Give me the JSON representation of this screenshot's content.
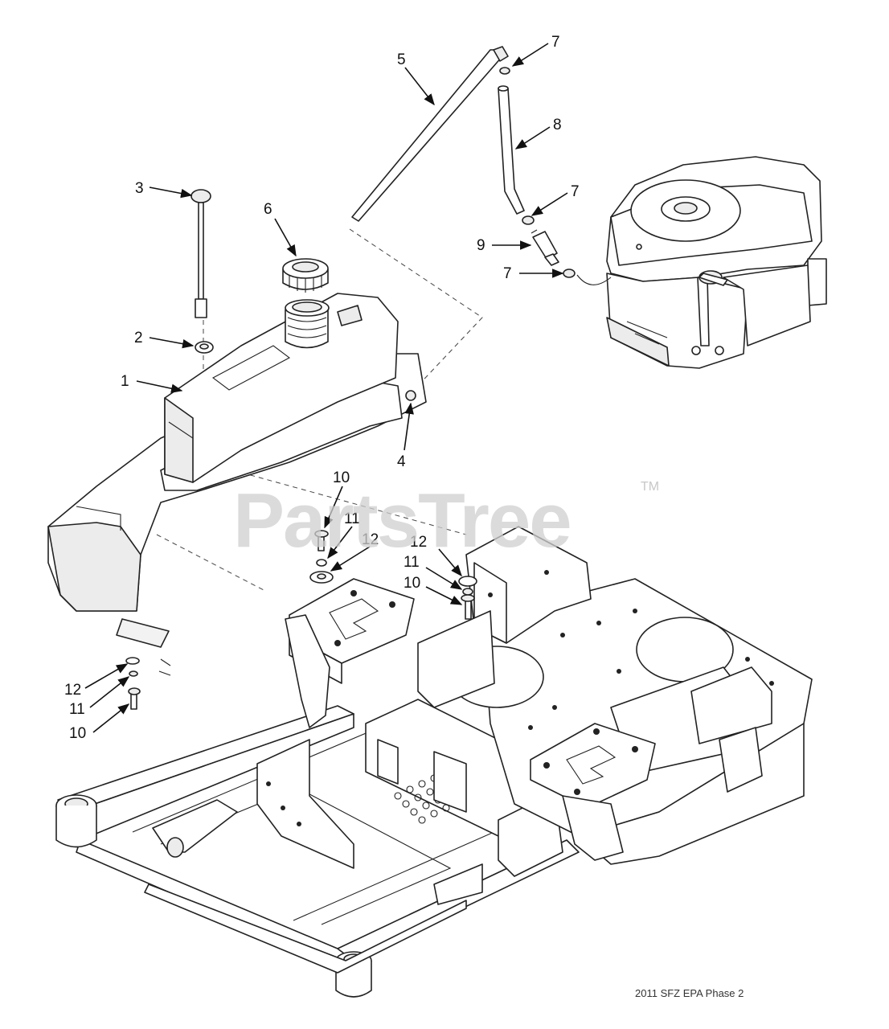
{
  "callouts": [
    {
      "id": "c1",
      "text": "1"
    },
    {
      "id": "c2",
      "text": "2"
    },
    {
      "id": "c3",
      "text": "3"
    },
    {
      "id": "c4",
      "text": "4"
    },
    {
      "id": "c5",
      "text": "5"
    },
    {
      "id": "c6",
      "text": "6"
    },
    {
      "id": "c7a",
      "text": "7"
    },
    {
      "id": "c7b",
      "text": "7"
    },
    {
      "id": "c7c",
      "text": "7"
    },
    {
      "id": "c8",
      "text": "8"
    },
    {
      "id": "c9",
      "text": "9"
    },
    {
      "id": "c10a",
      "text": "10"
    },
    {
      "id": "c11a",
      "text": "11"
    },
    {
      "id": "c12a",
      "text": "12"
    },
    {
      "id": "c12b",
      "text": "12"
    },
    {
      "id": "c11b",
      "text": "11"
    },
    {
      "id": "c10b",
      "text": "10"
    },
    {
      "id": "c12c",
      "text": "12"
    },
    {
      "id": "c11c",
      "text": "11"
    },
    {
      "id": "c10c",
      "text": "10"
    }
  ],
  "watermark": {
    "text": "PartsTree",
    "trademark": "TM"
  },
  "footer": {
    "text": "2011 SFZ EPA Phase 2"
  }
}
